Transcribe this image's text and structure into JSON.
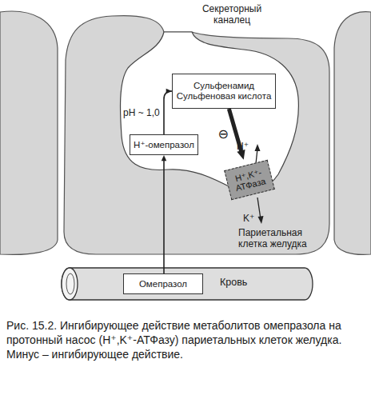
{
  "diagram": {
    "caption": "Рис. 15.2. Ингибирующее действие метаболитов омепразола на протонный насос (H⁺,K⁺-АТФазу) париетальных клеток желудка. Минус – ингибирующее действие.",
    "nodes": [
      {
        "text": [
          "Сульфенамид Сульфеновая кислота"
        ]
      },
      {
        "text": [
          "H⁺-омепразол"
        ]
      },
      {
        "text": [
          "H⁺,K⁺-АТФаза"
        ]
      },
      {
        "text": [
          "Кровь"
        ]
      },
      {
        "text": [
          "Омепразол"
        ],
        "in": 3
      }
    ],
    "edges": [
      {
        "from": 4,
        "to": 1,
        "arrow": "to"
      },
      {
        "from": 1,
        "to": 0,
        "label": "pH ~ 1,0",
        "arrow": "to"
      },
      {
        "from": 0,
        "to": 2,
        "label": "⊖",
        "arrow": "to"
      }
    ],
    "labels": [
      "Секреторный каналец",
      "H⁺",
      "K⁺",
      "Париетальная клетка желудка"
    ]
  }
}
